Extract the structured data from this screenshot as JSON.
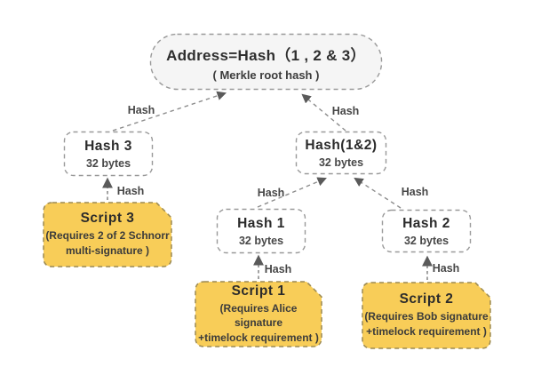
{
  "diagram": {
    "root": {
      "title": "Address=Hash（1 , 2 & 3）",
      "subtitle": "( Merkle root hash )"
    },
    "hash_nodes": {
      "hash3": {
        "title": "Hash 3",
        "subtitle": "32 bytes"
      },
      "hash12": {
        "title": "Hash(1&2)",
        "subtitle": "32 bytes"
      },
      "hash1": {
        "title": "Hash 1",
        "subtitle": "32 bytes"
      },
      "hash2": {
        "title": "Hash 2",
        "subtitle": "32 bytes"
      }
    },
    "script_nodes": {
      "script3": {
        "title": "Script 3",
        "body_lines": [
          "(Requires 2 of 2 Schnorr",
          "multi-signature )"
        ]
      },
      "script1": {
        "title": "Script 1",
        "body_lines": [
          "(Requires Alice signature",
          "+timelock requirement )"
        ]
      },
      "script2": {
        "title": "Script 2",
        "body_lines": [
          "(Requires Bob signature",
          "+timelock requirement )"
        ]
      }
    },
    "edge_label": "Hash",
    "colors": {
      "script_fill": "#F8CD58",
      "script_border": "#9c8a52",
      "root_fill": "#F5F5F5",
      "node_border": "#999999",
      "arrow_line": "#8c8c8c",
      "arrow_head": "#5a5a5a",
      "text_primary": "#2b2b2b"
    }
  }
}
